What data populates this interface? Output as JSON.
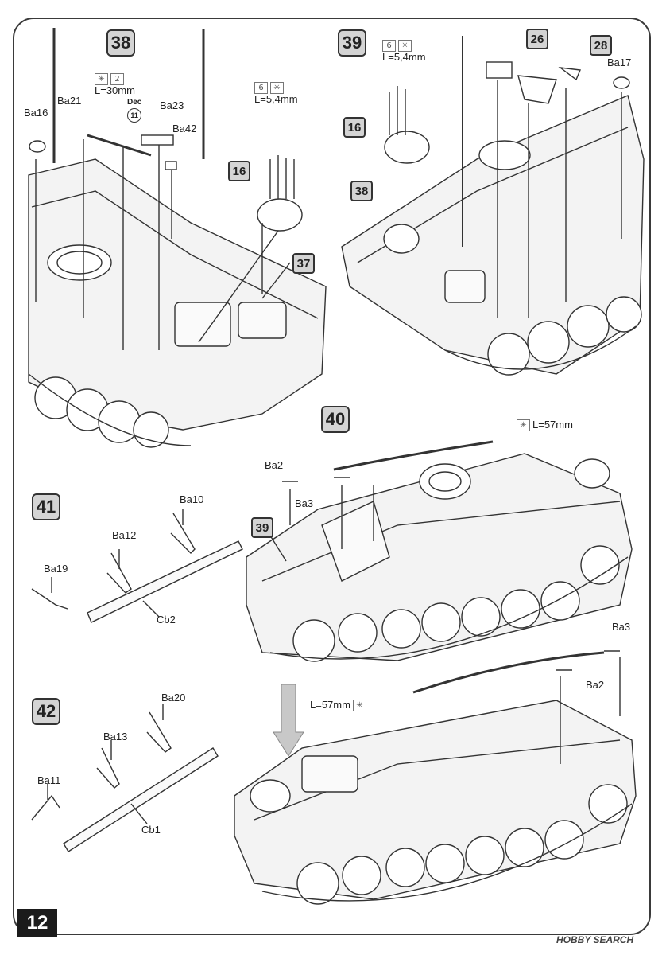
{
  "steps": {
    "s38": "38",
    "s39": "39",
    "s40": "40",
    "s41": "41",
    "s42": "42"
  },
  "part_refs": {
    "p16a": "16",
    "p37": "37",
    "p16b": "16",
    "p38": "38",
    "p26": "26",
    "p28": "28",
    "p39": "39"
  },
  "labels": {
    "ba16": "Ba16",
    "ba21": "Ba21",
    "ba23": "Ba23",
    "ba42": "Ba42",
    "ba17": "Ba17",
    "ba2_40": "Ba2",
    "ba3_40": "Ba3",
    "ba3_b": "Ba3",
    "ba2_b": "Ba2",
    "ba10": "Ba10",
    "ba12": "Ba12",
    "ba19": "Ba19",
    "cb2": "Cb2",
    "ba20": "Ba20",
    "ba13": "Ba13",
    "ba11": "Ba11",
    "cb1": "Cb1"
  },
  "measures": {
    "m38": "L=30mm",
    "m38b": "L=5,4mm",
    "m39": "L=5,4mm",
    "m40": "L=57mm",
    "m40b": "L=57mm"
  },
  "quantities": {
    "q38a": "2",
    "q38b": "6",
    "q39": "6"
  },
  "decal": {
    "label": "Dec",
    "number": "11"
  },
  "page_number": "12",
  "watermark": "HOBBY SEARCH"
}
